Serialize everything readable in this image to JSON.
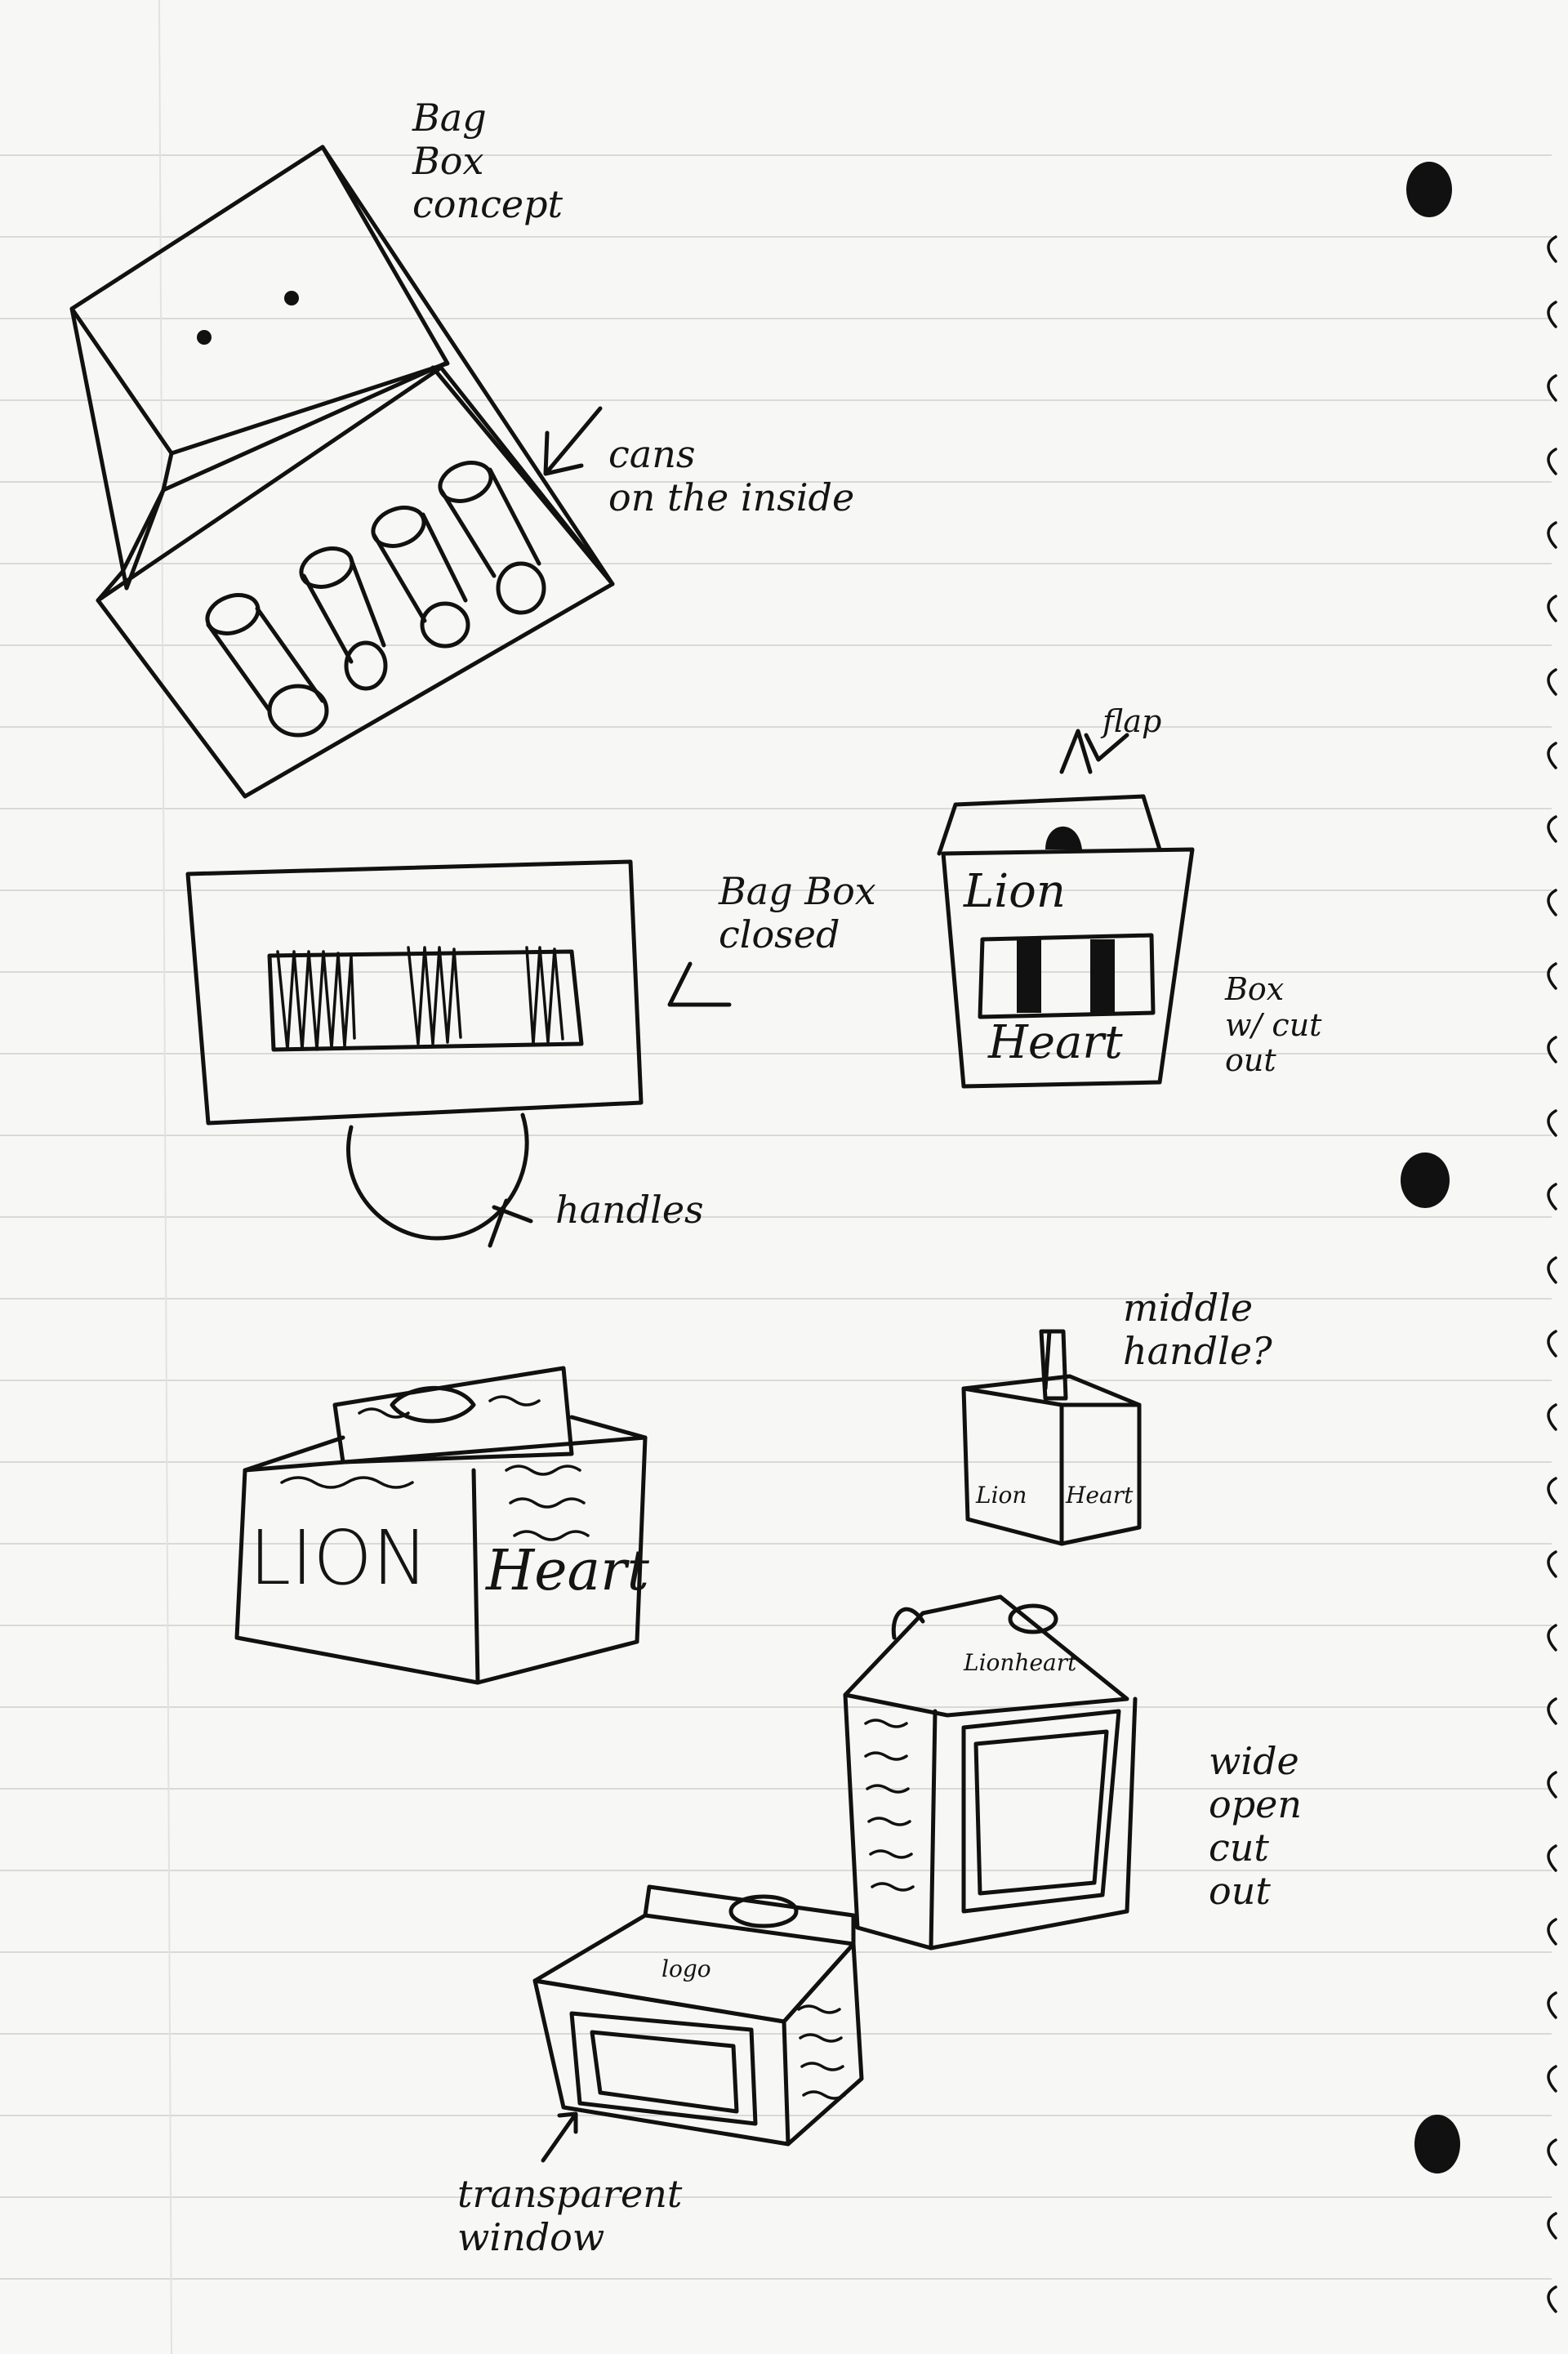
{
  "notes": {
    "bag_box_concept": "Bag\nBox\nconcept",
    "cans_inside": "cans\non the inside",
    "bag_box_closed": "Bag Box\nclosed",
    "handles": "handles",
    "flap": "flap",
    "box_cut_out": "Box\nw/ cut\nout",
    "middle_handle": "middle\nhandle?",
    "wide_open_cut_out": "wide\nopen\ncut\nout",
    "transparent_window": "transparent\nwindow"
  },
  "brand": {
    "lion_top": "Lion",
    "heart_bottom": "Heart",
    "big_lion": "LION",
    "big_heart": "Heart",
    "small_lion": "Lion",
    "small_heart": "Heart",
    "lionheart": "Lionheart",
    "logo": "logo"
  },
  "colors": {
    "paper": "#f7f7f5",
    "ink": "#111111",
    "rule_line": "#d9d9d6"
  }
}
